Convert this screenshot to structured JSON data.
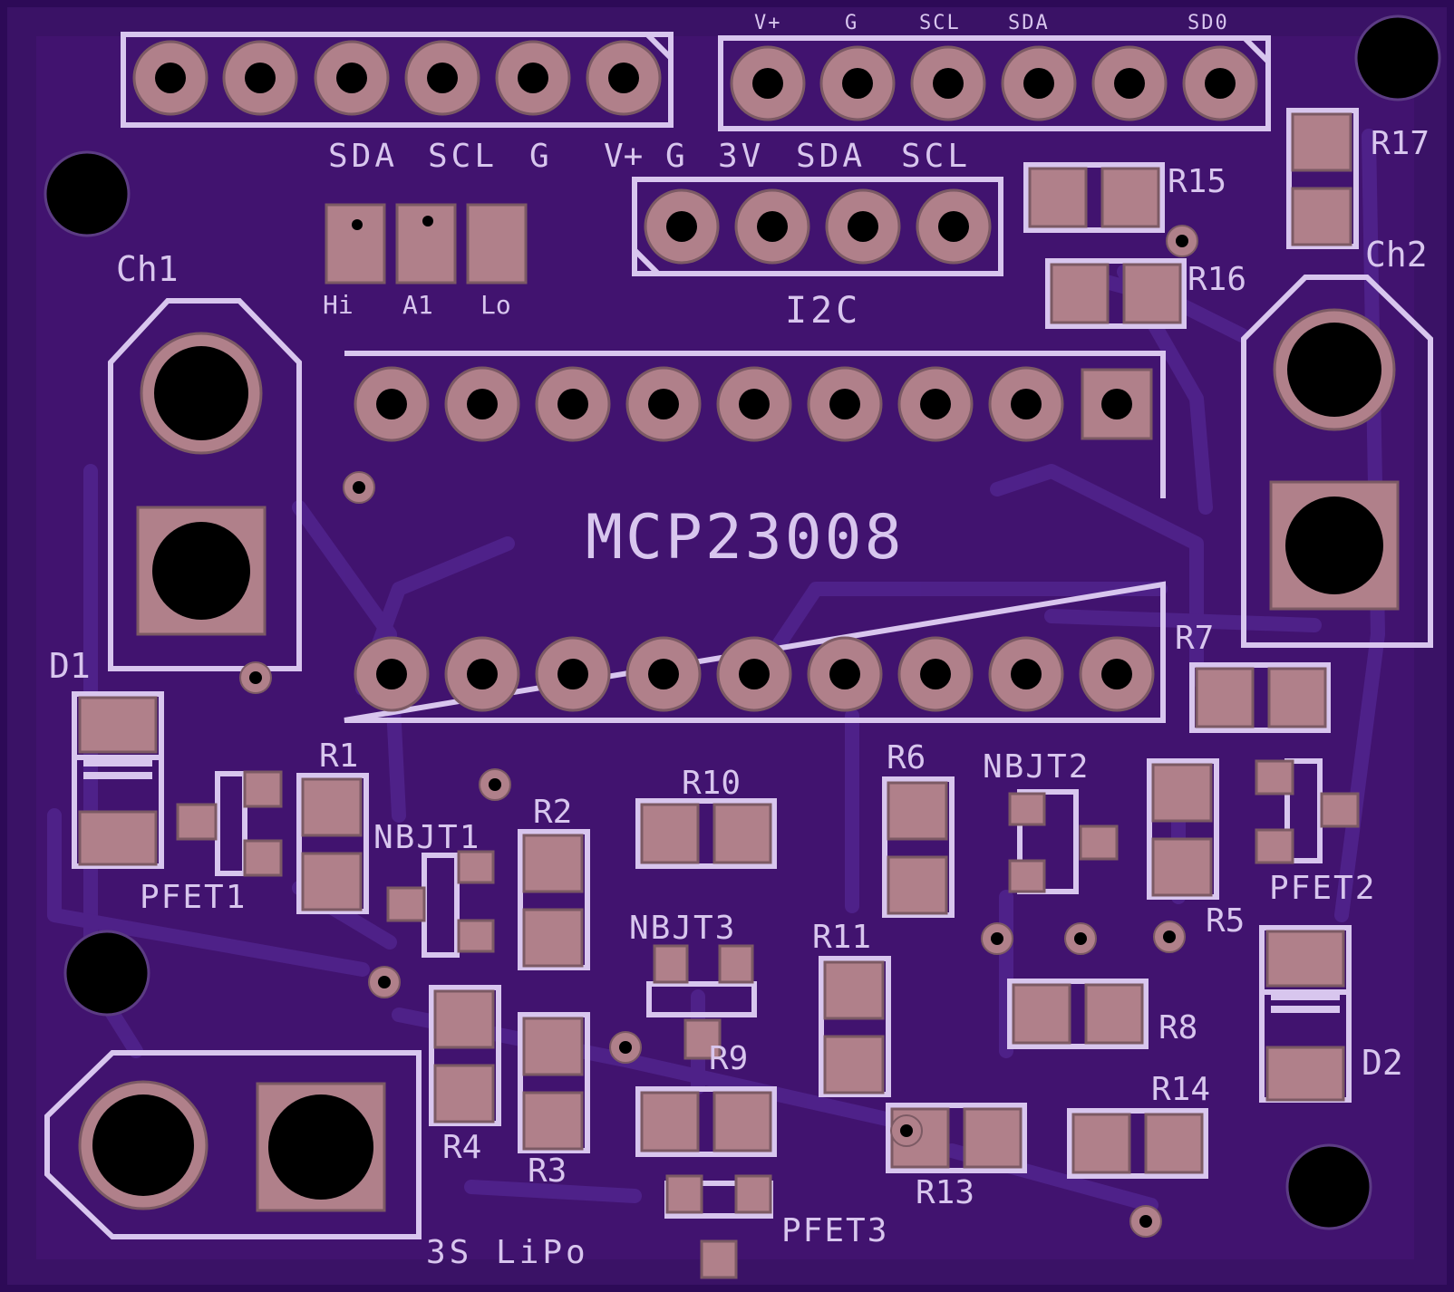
{
  "board": {
    "colors": {
      "outer": "#2d0a57",
      "substrate": "#3a1266",
      "copper_pour": "#4a1a85",
      "trace": "#57299a",
      "pad": "#b0808a",
      "pad_edge": "#7c5a64",
      "hole": "#000000",
      "silk": "#d8c6ee"
    }
  },
  "labels": {
    "hdr_left_sda": "SDA",
    "hdr_left_scl": "SCL",
    "hdr_left_g": "G",
    "hdr_left_vplus": "V+",
    "hdr_right_vplus": "V+",
    "hdr_right_g": "G",
    "hdr_right_scl": "SCL",
    "hdr_right_sda": "SDA",
    "hdr_right_sdo": "SD0",
    "i2c_g": "G",
    "i2c_3v": "3V",
    "i2c_sda": "SDA",
    "i2c_scl": "SCL",
    "i2c": "I2C",
    "jumper_hi": "Hi",
    "jumper_a1": "A1",
    "jumper_lo": "Lo",
    "ch1": "Ch1",
    "ch2": "Ch2",
    "ic": "MCP23008",
    "d1": "D1",
    "d2": "D2",
    "r1": "R1",
    "r2": "R2",
    "r3": "R3",
    "r4": "R4",
    "r5": "R5",
    "r6": "R6",
    "r7": "R7",
    "r8": "R8",
    "r9": "R9",
    "r10": "R10",
    "r11": "R11",
    "r13": "R13",
    "r14": "R14",
    "r15": "R15",
    "r16": "R16",
    "r17": "R17",
    "nbjt1": "NBJT1",
    "nbjt2": "NBJT2",
    "nbjt3": "NBJT3",
    "pfet1": "PFET1",
    "pfet2": "PFET2",
    "pfet3": "PFET3",
    "battery": "3S LiPo"
  }
}
